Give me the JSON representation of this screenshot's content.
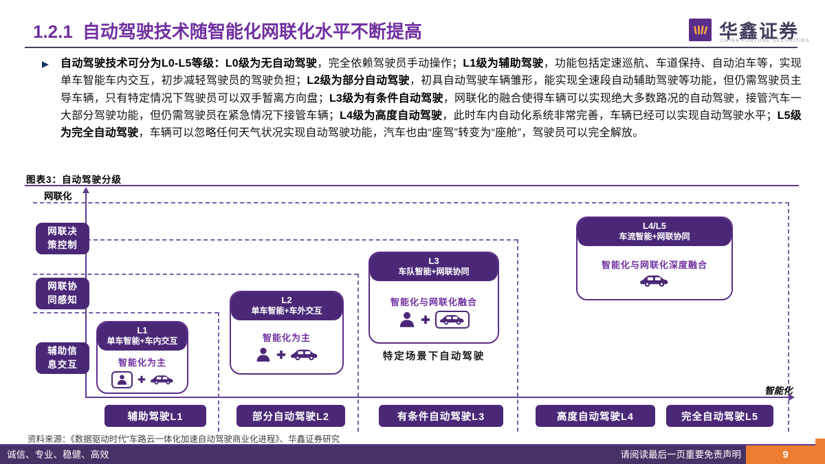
{
  "header": {
    "section_number": "1.2.1",
    "title": "自动驾驶技术随智能化网联化水平不断提高",
    "logo": {
      "name": "华鑫证券",
      "subtitle": "CHINA FORTUNE SECURITIES",
      "mark_icon": "orange-strokes-mark",
      "colors": {
        "square": "#5b2d8a",
        "mark": "#f5a83c"
      }
    }
  },
  "body": {
    "bullet_icon": "arrow-bullet",
    "segments": [
      {
        "bold": true,
        "text": "自动驾驶技术可分为L0-L5等级：L0级为无自动驾驶"
      },
      {
        "bold": false,
        "text": "，完全依赖驾驶员手动操作；"
      },
      {
        "bold": true,
        "text": "L1级为辅助驾驶"
      },
      {
        "bold": false,
        "text": "，功能包括定速巡航、车道保持、自动泊车等，实现单车智能车内交互，初步减轻驾驶员的驾驶负担；"
      },
      {
        "bold": true,
        "text": "L2级为部分自动驾驶"
      },
      {
        "bold": false,
        "text": "，初具自动驾驶车辆雏形，能实现全速段自动辅助驾驶等功能，但仍需驾驶员主导车辆，只有特定情况下驾驶员可以双手暂离方向盘；"
      },
      {
        "bold": true,
        "text": "L3级为有条件自动驾驶"
      },
      {
        "bold": false,
        "text": "，网联化的融合使得车辆可以实现绝大多数路况的自动驾驶，接管汽车一大部分驾驶功能，但仍需驾驶员在紧急情况下接管车辆；"
      },
      {
        "bold": true,
        "text": "L4级为高度自动驾驶"
      },
      {
        "bold": false,
        "text": "，此时车内自动化系统非常完善，车辆已经可以实现自动驾驶水平；"
      },
      {
        "bold": true,
        "text": "L5级为完全自动驾驶"
      },
      {
        "bold": false,
        "text": "，车辆可以忽略任何天气状况实现自动驾驶功能，汽车也由“座驾”转变为“座舱”，驾驶员可以完全解放。"
      }
    ]
  },
  "diagram": {
    "figure_label": "图表3：自动驾驶分级",
    "y_axis_label": "网联化",
    "x_axis_label": "智能化",
    "capability_labels": [
      {
        "line1": "网联决",
        "line2": "策控制"
      },
      {
        "line1": "网联协",
        "line2": "同感知"
      },
      {
        "line1": "辅助信",
        "line2": "息交互"
      }
    ],
    "levels": [
      {
        "title": "L1",
        "subtitle": "单车智能+车内交互",
        "body": "智能化为主",
        "icons": [
          "person-framed",
          "plus",
          "car"
        ]
      },
      {
        "title": "L2",
        "subtitle": "单车智能+车外交互",
        "body": "智能化为主",
        "icons": [
          "person",
          "plus",
          "car"
        ]
      },
      {
        "title": "L3",
        "subtitle": "车队智能+网联协同",
        "body": "智能化与网联化融合",
        "icons": [
          "person",
          "plus",
          "car-framed"
        ],
        "caption": "特定场景下自动驾驶"
      },
      {
        "title": "L4/L5",
        "subtitle": "车流智能+网联协同",
        "body": "智能化与网联化深度融合",
        "icons": [
          "car"
        ]
      }
    ],
    "x_axis_categories": [
      "辅助驾驶L1",
      "部分自动驾驶L2",
      "有条件自动驾驶L3",
      "高度自动驾驶L4",
      "完全自动驾驶L5"
    ]
  },
  "source": "资料来源：《数据驱动时代“车路云一体化加速自动驾驶商业化进程》、华鑫证券研究",
  "footer": {
    "motto": "诚信、专业、稳健、高效",
    "disclaimer": "请阅读最后一页重要免责声明",
    "page_number": "9"
  },
  "colors": {
    "accent_purple": "#7030a0",
    "deep_purple": "#4b2877",
    "line_purple": "#7b5ca8",
    "axis_purple": "#5c3a91",
    "footer_bg": "#463266",
    "orange": "#ed7d31"
  }
}
